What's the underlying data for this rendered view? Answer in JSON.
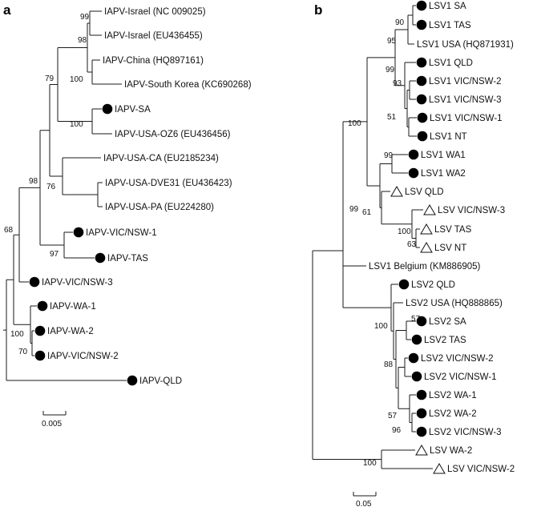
{
  "figure": {
    "panels": [
      {
        "id": "a",
        "label": "a",
        "scale_bar": "0.005",
        "taxa": [
          {
            "id": "a_t1",
            "label": "IAPV-Israel (NC 009025)",
            "marker": "none"
          },
          {
            "id": "a_t2",
            "label": "IAPV-Israel (EU436455)",
            "marker": "none"
          },
          {
            "id": "a_t3",
            "label": "IAPV-China (HQ897161)",
            "marker": "none"
          },
          {
            "id": "a_t4",
            "label": "IAPV-South Korea (KC690268)",
            "marker": "none"
          },
          {
            "id": "a_t5",
            "label": "IAPV-SA",
            "marker": "filled-circle"
          },
          {
            "id": "a_t6",
            "label": "IAPV-USA-OZ6 (EU436456)",
            "marker": "none"
          },
          {
            "id": "a_t7",
            "label": "IAPV-USA-CA (EU2185234)",
            "marker": "none"
          },
          {
            "id": "a_t8",
            "label": "IAPV-USA-DVE31 (EU436423)",
            "marker": "none"
          },
          {
            "id": "a_t9",
            "label": "IAPV-USA-PA (EU224280)",
            "marker": "none"
          },
          {
            "id": "a_t10",
            "label": "IAPV-VIC/NSW-1",
            "marker": "filled-circle"
          },
          {
            "id": "a_t11",
            "label": "IAPV-TAS",
            "marker": "filled-circle"
          },
          {
            "id": "a_t12",
            "label": "IAPV-VIC/NSW-3",
            "marker": "filled-circle"
          },
          {
            "id": "a_t13",
            "label": "IAPV-WA-1",
            "marker": "filled-circle"
          },
          {
            "id": "a_t14",
            "label": "IAPV-WA-2",
            "marker": "filled-circle"
          },
          {
            "id": "a_t15",
            "label": "IAPV-VIC/NSW-2",
            "marker": "filled-circle"
          },
          {
            "id": "a_t16",
            "label": "IAPV-QLD",
            "marker": "filled-circle"
          }
        ],
        "bootstrap": [
          {
            "id": "a_b1",
            "value": "99"
          },
          {
            "id": "a_b2",
            "value": "98"
          },
          {
            "id": "a_b3",
            "value": "79"
          },
          {
            "id": "a_b4",
            "value": "100"
          },
          {
            "id": "a_b5",
            "value": "100"
          },
          {
            "id": "a_b6",
            "value": "76"
          },
          {
            "id": "a_b7",
            "value": "98"
          },
          {
            "id": "a_b8",
            "value": "97"
          },
          {
            "id": "a_b9",
            "value": "68"
          },
          {
            "id": "a_b10",
            "value": "100"
          },
          {
            "id": "a_b11",
            "value": "70"
          }
        ]
      },
      {
        "id": "b",
        "label": "b",
        "scale_bar": "0.05",
        "taxa": [
          {
            "id": "b_t1",
            "label": "LSV1 SA",
            "marker": "filled-circle"
          },
          {
            "id": "b_t2",
            "label": "LSV1 TAS",
            "marker": "filled-circle"
          },
          {
            "id": "b_t3",
            "label": "LSV1 USA (HQ871931)",
            "marker": "none"
          },
          {
            "id": "b_t4",
            "label": "LSV1 QLD",
            "marker": "filled-circle"
          },
          {
            "id": "b_t5",
            "label": "LSV1 VIC/NSW-2",
            "marker": "filled-circle"
          },
          {
            "id": "b_t6",
            "label": "LSV1 VIC/NSW-3",
            "marker": "filled-circle"
          },
          {
            "id": "b_t7",
            "label": "LSV1 VIC/NSW-1",
            "marker": "filled-circle"
          },
          {
            "id": "b_t8",
            "label": "LSV1 NT",
            "marker": "filled-circle"
          },
          {
            "id": "b_t9",
            "label": "LSV1 WA1",
            "marker": "filled-circle"
          },
          {
            "id": "b_t10",
            "label": "LSV1 WA2",
            "marker": "filled-circle"
          },
          {
            "id": "b_t11",
            "label": "LSV QLD",
            "marker": "open-triangle"
          },
          {
            "id": "b_t12",
            "label": "LSV VIC/NSW-3",
            "marker": "open-triangle"
          },
          {
            "id": "b_t13",
            "label": "LSV TAS",
            "marker": "open-triangle"
          },
          {
            "id": "b_t14",
            "label": "LSV NT",
            "marker": "open-triangle"
          },
          {
            "id": "b_t15",
            "label": "LSV1 Belgium (KM886905)",
            "marker": "none"
          },
          {
            "id": "b_t16",
            "label": "LSV2 QLD",
            "marker": "filled-circle"
          },
          {
            "id": "b_t17",
            "label": "LSV2 USA (HQ888865)",
            "marker": "none"
          },
          {
            "id": "b_t18",
            "label": "LSV2 SA",
            "marker": "filled-circle"
          },
          {
            "id": "b_t19",
            "label": "LSV2 TAS",
            "marker": "filled-circle"
          },
          {
            "id": "b_t20",
            "label": "LSV2 VIC/NSW-2",
            "marker": "filled-circle"
          },
          {
            "id": "b_t21",
            "label": "LSV2 VIC/NSW-1",
            "marker": "filled-circle"
          },
          {
            "id": "b_t22",
            "label": "LSV2 WA-1",
            "marker": "filled-circle"
          },
          {
            "id": "b_t23",
            "label": "LSV2 WA-2",
            "marker": "filled-circle"
          },
          {
            "id": "b_t24",
            "label": "LSV2 VIC/NSW-3",
            "marker": "filled-circle"
          },
          {
            "id": "b_t25",
            "label": "LSV WA-2",
            "marker": "open-triangle"
          },
          {
            "id": "b_t26",
            "label": "LSV VIC/NSW-2",
            "marker": "open-triangle"
          }
        ],
        "bootstrap": [
          {
            "id": "b_b1",
            "value": "90"
          },
          {
            "id": "b_b2",
            "value": "95"
          },
          {
            "id": "b_b3",
            "value": "99"
          },
          {
            "id": "b_b4",
            "value": "93"
          },
          {
            "id": "b_b5",
            "value": "51"
          },
          {
            "id": "b_b6",
            "value": "100"
          },
          {
            "id": "b_b7",
            "value": "99"
          },
          {
            "id": "b_b8",
            "value": "99"
          },
          {
            "id": "b_b9",
            "value": "61"
          },
          {
            "id": "b_b10",
            "value": "100"
          },
          {
            "id": "b_b11",
            "value": "63"
          },
          {
            "id": "b_b12",
            "value": "57"
          },
          {
            "id": "b_b13",
            "value": "100"
          },
          {
            "id": "b_b14",
            "value": "88"
          },
          {
            "id": "b_b15",
            "value": "57"
          },
          {
            "id": "b_b16",
            "value": "96"
          },
          {
            "id": "b_b17",
            "value": "100"
          }
        ]
      }
    ]
  }
}
